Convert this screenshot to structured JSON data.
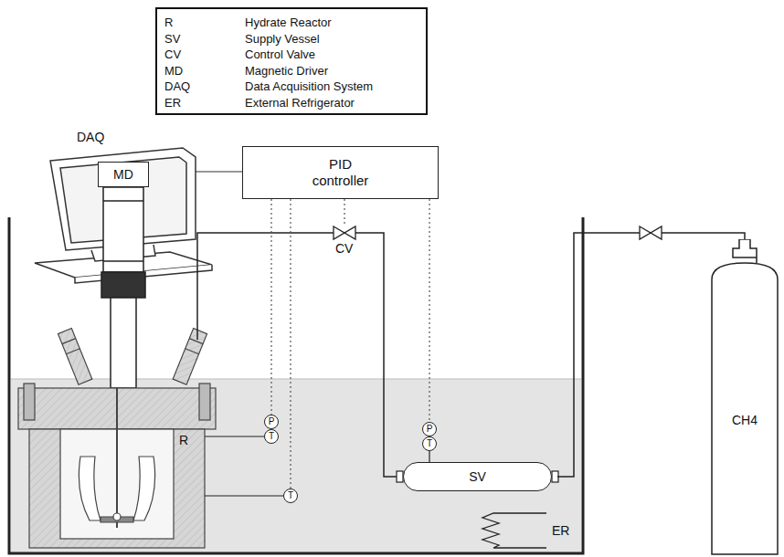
{
  "diagram": {
    "nodes": [
      {
        "text": [
          "R",
          "Hydrate Reactor",
          "SV",
          "Supply Vessel",
          "CV",
          "Control Valve",
          "MD",
          "Magnetic Driver",
          "DAQ",
          "Data Acquisition System",
          "ER",
          "External Refrigerator"
        ]
      },
      {
        "text": [
          "PID controller"
        ]
      },
      {
        "text": [
          "MD"
        ]
      },
      {
        "text": [
          "P"
        ]
      },
      {
        "text": [
          "T"
        ]
      },
      {
        "text": [
          "T"
        ]
      },
      {
        "text": [
          "SV"
        ]
      },
      {
        "text": [
          "P"
        ]
      },
      {
        "text": [
          "T"
        ]
      },
      {
        "text": [
          "CH4"
        ]
      }
    ],
    "edges": [
      {
        "from": 1,
        "to": 3,
        "arrow": "none"
      },
      {
        "from": 1,
        "to": 5,
        "arrow": "none"
      },
      {
        "from": 1,
        "to": 7,
        "arrow": "none"
      },
      {
        "from": 6,
        "to": 9,
        "arrow": "none"
      }
    ],
    "labels": [
      "DAQ",
      "CV",
      "R",
      "ER"
    ]
  }
}
